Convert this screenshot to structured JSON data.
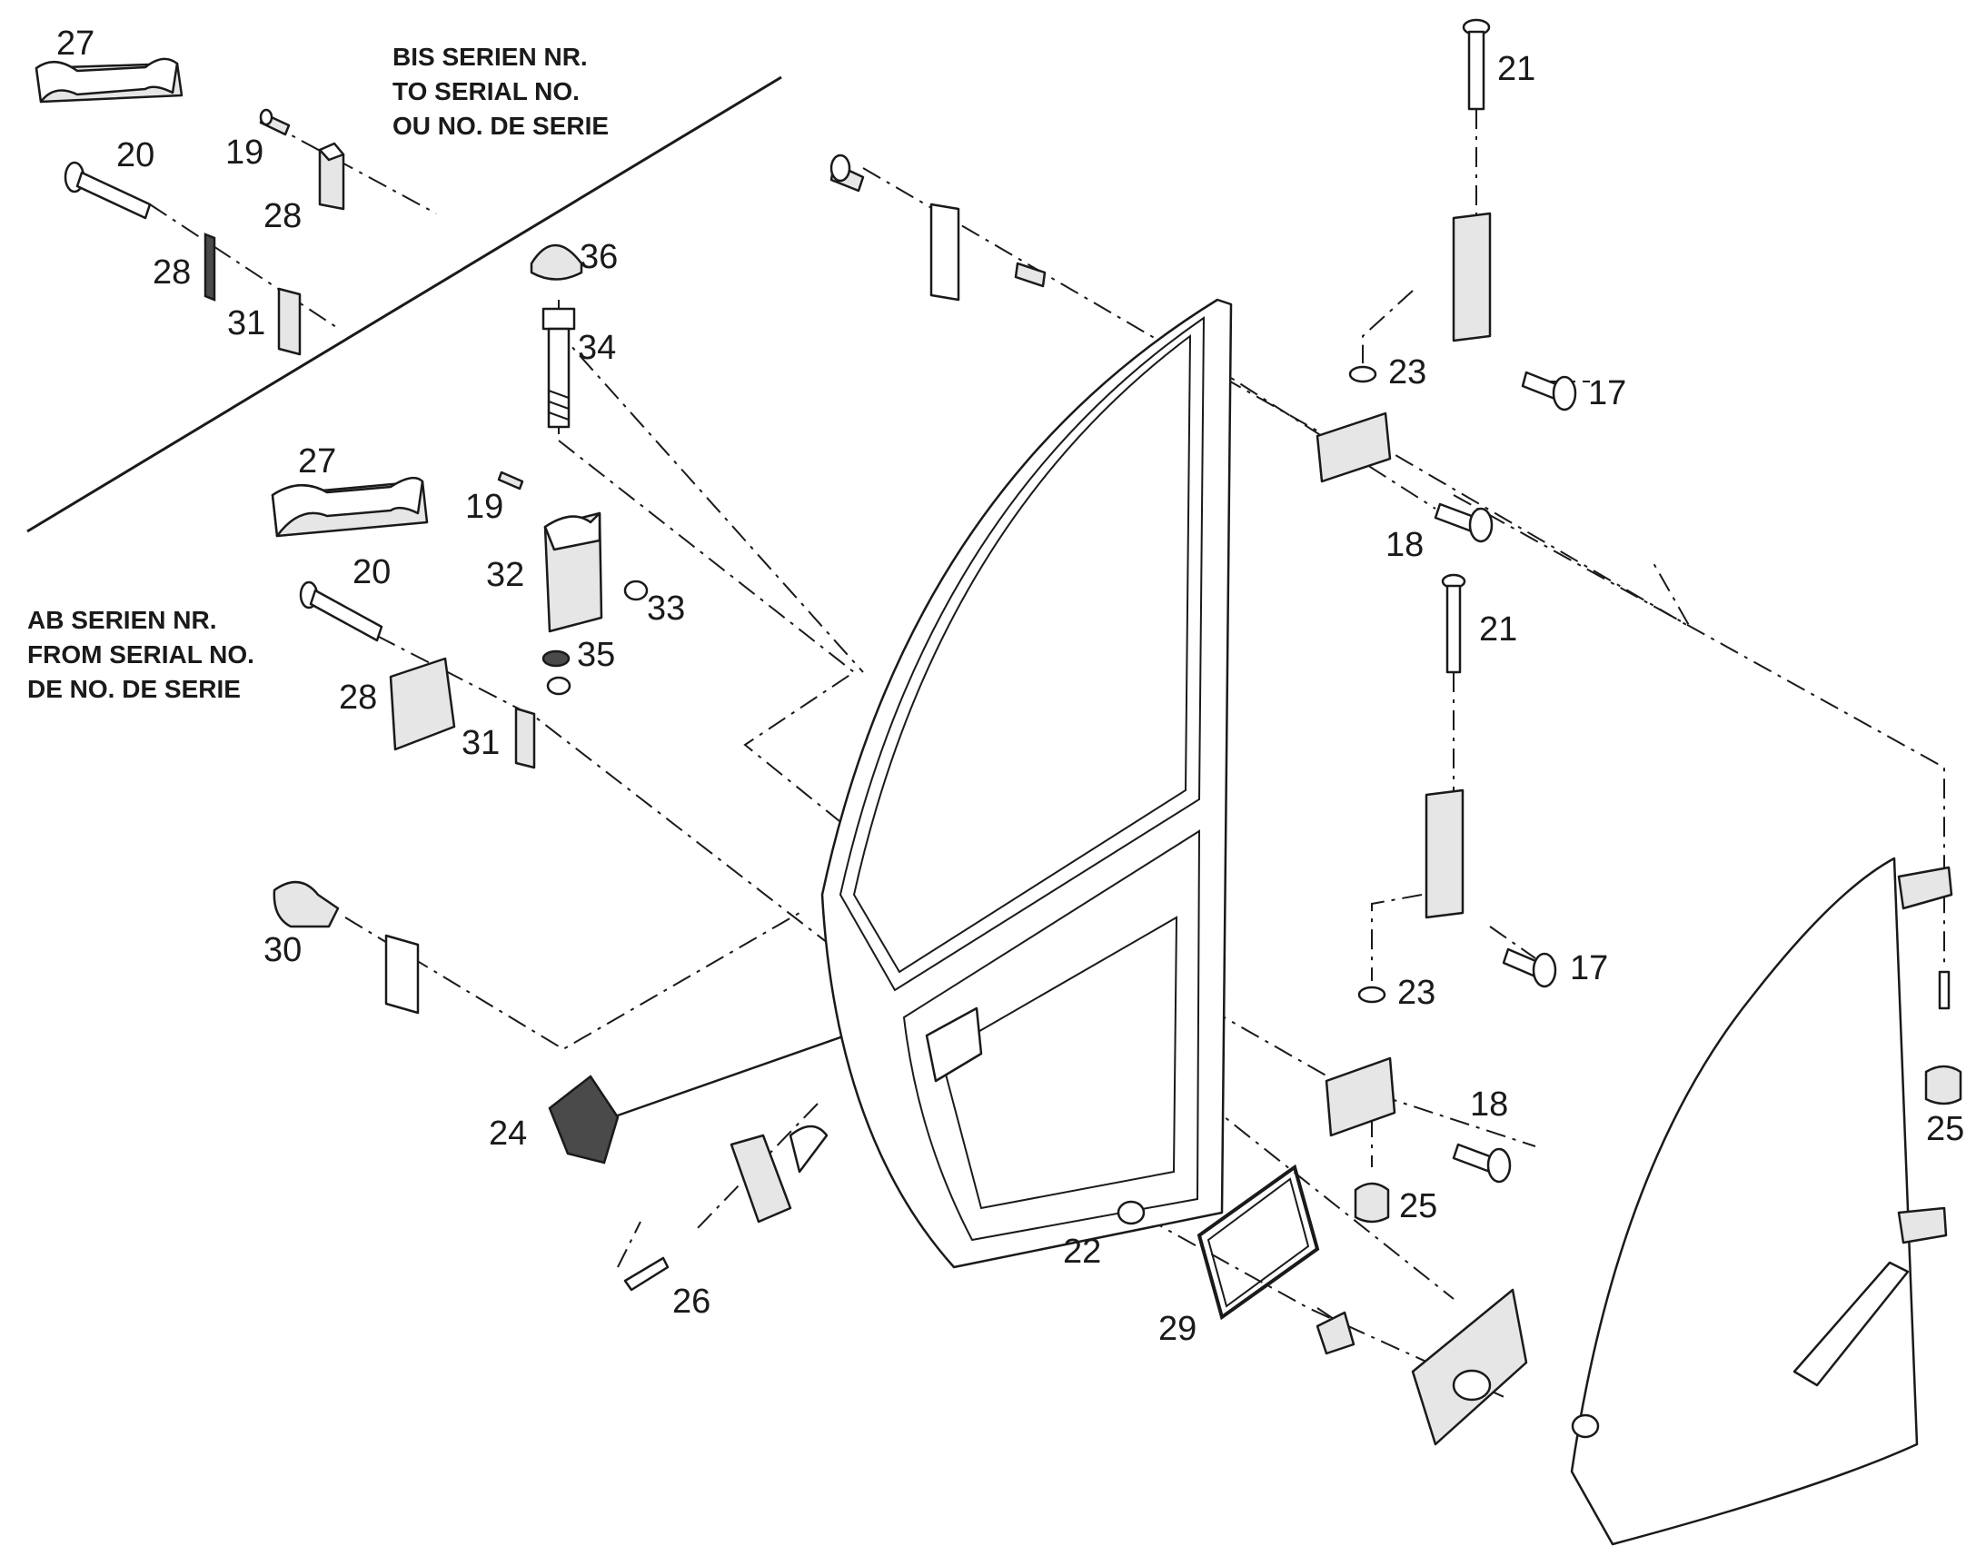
{
  "notes": {
    "upper_line1": "BIS SERIEN NR.",
    "upper_line2": "TO SERIAL NO.",
    "upper_line3": "OU NO. DE SERIE",
    "lower_line1": "AB SERIEN NR.",
    "lower_line2": "FROM SERIAL NO.",
    "lower_line3": "DE NO. DE SERIE"
  },
  "callouts": [
    {
      "id": "c27a",
      "label": "27"
    },
    {
      "id": "c20a",
      "label": "20"
    },
    {
      "id": "c19a",
      "label": "19"
    },
    {
      "id": "c28a",
      "label": "28"
    },
    {
      "id": "c28b",
      "label": "28"
    },
    {
      "id": "c31a",
      "label": "31"
    },
    {
      "id": "c36",
      "label": "36"
    },
    {
      "id": "c34",
      "label": "34"
    },
    {
      "id": "c27b",
      "label": "27"
    },
    {
      "id": "c19b",
      "label": "19"
    },
    {
      "id": "c32",
      "label": "32"
    },
    {
      "id": "c33",
      "label": "33"
    },
    {
      "id": "c20b",
      "label": "20"
    },
    {
      "id": "c35",
      "label": "35"
    },
    {
      "id": "c28c",
      "label": "28"
    },
    {
      "id": "c31b",
      "label": "31"
    },
    {
      "id": "c30",
      "label": "30"
    },
    {
      "id": "c24",
      "label": "24"
    },
    {
      "id": "c26",
      "label": "26"
    },
    {
      "id": "c22",
      "label": "22"
    },
    {
      "id": "c29",
      "label": "29"
    },
    {
      "id": "c21a",
      "label": "21"
    },
    {
      "id": "c23a",
      "label": "23"
    },
    {
      "id": "c17a",
      "label": "17"
    },
    {
      "id": "c18a",
      "label": "18"
    },
    {
      "id": "c21b",
      "label": "21"
    },
    {
      "id": "c17b",
      "label": "17"
    },
    {
      "id": "c23b",
      "label": "23"
    },
    {
      "id": "c18b",
      "label": "18"
    },
    {
      "id": "c25a",
      "label": "25"
    },
    {
      "id": "c25b",
      "label": "25"
    }
  ]
}
